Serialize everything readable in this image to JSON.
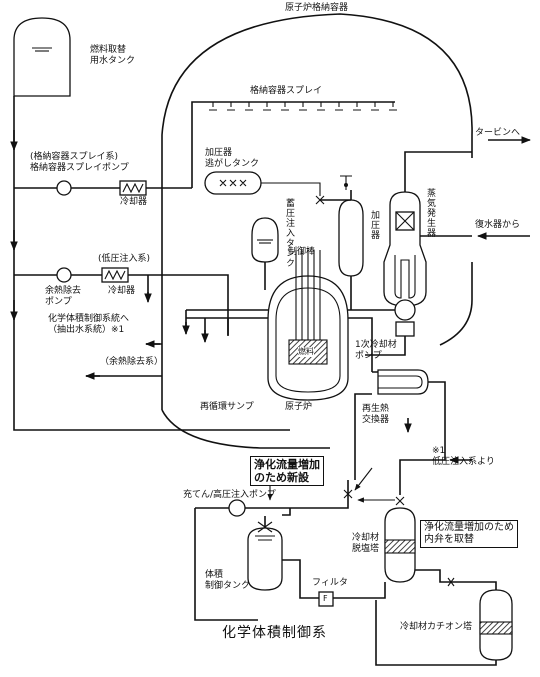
{
  "labels": {
    "containment_vessel": "原子炉格納容器",
    "refueling_tank": "燃料取替\n用水タンク",
    "containment_spray": "格納容器スプレイ",
    "to_turbine": "タービンへ",
    "from_condenser": "復水器から",
    "spray_system": "(格納容器スプレイ系)\n格納容器スプレイポンプ",
    "cooler_1": "冷却器",
    "pressurizer_relief_tank": "加圧器\n逃がしタンク",
    "accumulator": "蓄圧注入タンク",
    "control_rod": "制御棒",
    "pressurizer": "加圧器",
    "steam_generator": "蒸気発生器",
    "low_pressure_injection": "(低圧注入系)",
    "cooler_2": "冷却器",
    "rhr_pump": "余熱除去\nポンプ",
    "cvcs_to": "化学体積制御系統へ\n（抽出水系統）※1",
    "rhr_system": "（余熱除去系）",
    "fuel": "燃料",
    "primary_pump": "1次冷却材\nポンプ",
    "reactor": "原子炉",
    "recirc_sump": "再循環サンプ",
    "regen_hx": "再生熱\n交換器",
    "purification_new": "浄化流量増加\nのため新設",
    "from_lpi": "※1\n低圧注入系より",
    "charging_pump": "充てん/高圧注入ポンプ",
    "valve_replace": "浄化流量増加のため\n内弁を取替",
    "demineralizer": "冷却材\n脱塩塔",
    "vct": "体積\n制御タンク",
    "filter": "フィルタ",
    "filter_symbol": "F",
    "cation_tower": "冷却材カチオン塔",
    "title": "化学体積制御系"
  }
}
